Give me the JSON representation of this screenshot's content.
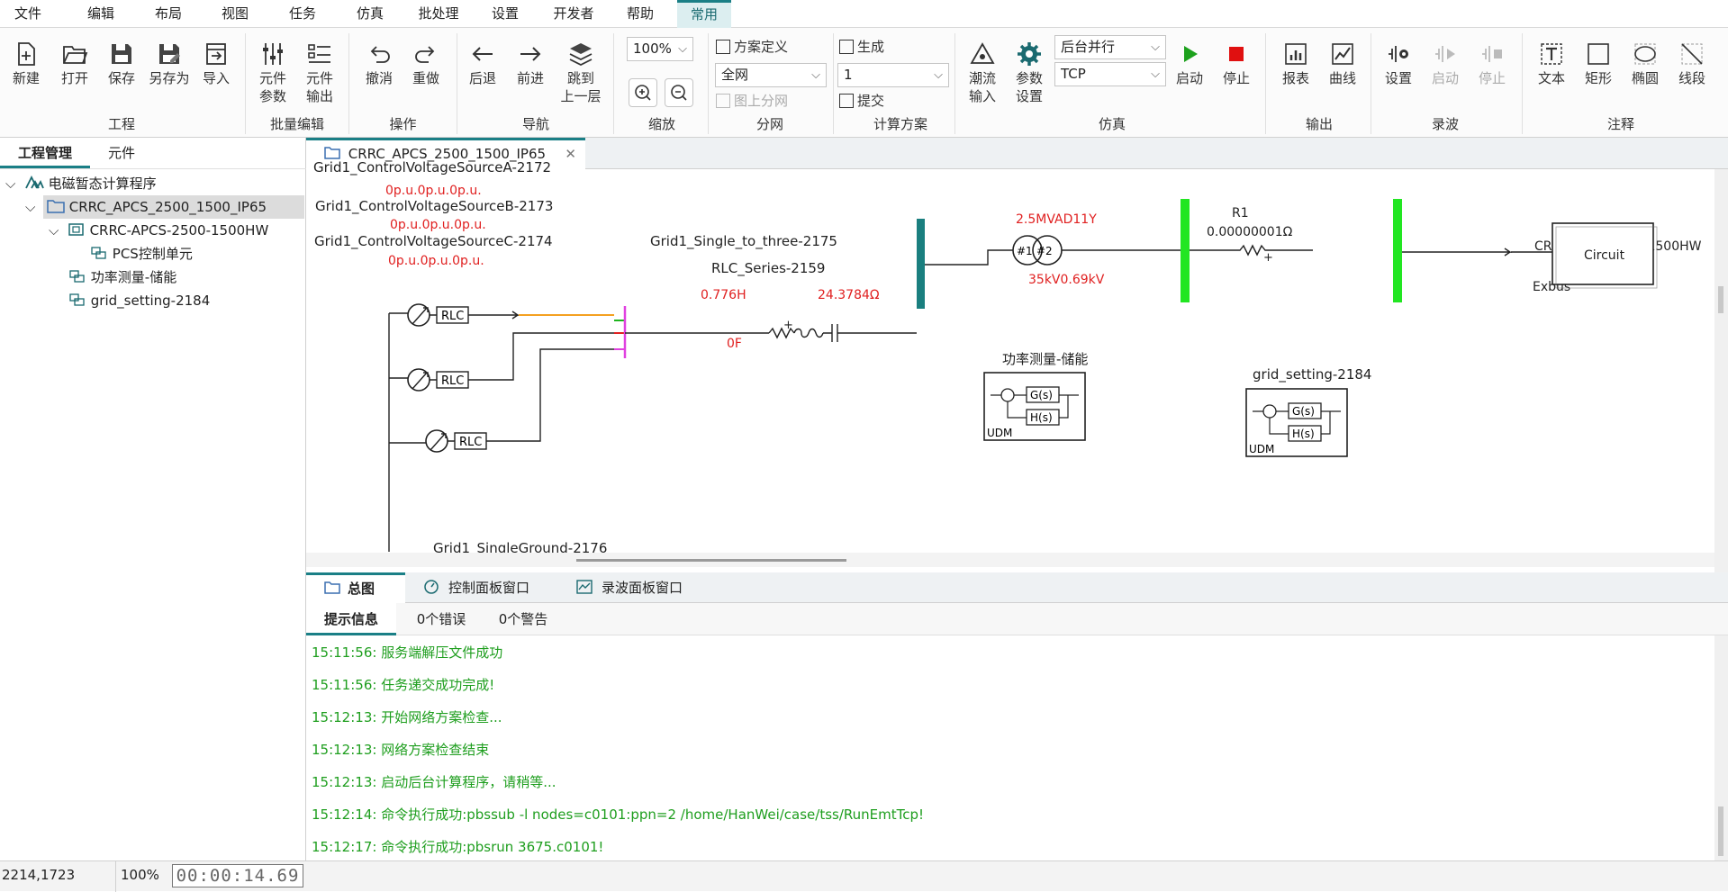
{
  "menu": [
    "文件",
    "编辑",
    "布局",
    "视图",
    "任务",
    "仿真",
    "批处理",
    "设置",
    "开发者",
    "帮助",
    "常用"
  ],
  "ribbon": {
    "project": {
      "group": "工程",
      "new": "新建",
      "open": "打开",
      "save": "保存",
      "save_as": "另存为",
      "import": "导入"
    },
    "batch": {
      "group": "批量编辑",
      "params1": "元件",
      "params2": "参数",
      "output1": "元件",
      "output2": "输出"
    },
    "ops": {
      "group": "操作",
      "undo": "撤消",
      "redo": "重做"
    },
    "nav": {
      "group": "导航",
      "back": "后退",
      "forward": "前进",
      "up1": "跳到",
      "up2": "上一层"
    },
    "zoom": {
      "group": "缩放",
      "value": "100%"
    },
    "net": {
      "group": "分网",
      "define": "方案定义",
      "select": "全网",
      "map": "图上分网"
    },
    "calc": {
      "group": "计算方案",
      "generate": "生成",
      "select": "1",
      "submit": "提交"
    },
    "sim": {
      "group": "仿真",
      "flow1": "潮流",
      "flow2": "输入",
      "param1": "参数",
      "param2": "设置",
      "mode": "后台并行",
      "proto": "TCP",
      "start": "启动",
      "stop": "停止"
    },
    "out": {
      "group": "输出",
      "report": "报表",
      "curve": "曲线"
    },
    "rec": {
      "group": "录波",
      "settings": "设置",
      "start": "启动",
      "stop": "停止"
    },
    "note": {
      "group": "注释",
      "text": "文本",
      "rect": "矩形",
      "ellipse": "椭圆",
      "line": "线段"
    }
  },
  "left": {
    "tabs": [
      "工程管理",
      "元件"
    ],
    "tree": [
      {
        "label": "电磁暂态计算程序"
      },
      {
        "label": "CRRC_APCS_2500_1500_IP65"
      },
      {
        "label": "CRRC-APCS-2500-1500HW"
      },
      {
        "label": "PCS控制单元"
      },
      {
        "label": "功率测量-储能"
      },
      {
        "label": "grid_setting-2184"
      }
    ]
  },
  "doc_tab": "CRRC_APCS_2500_1500_IP65",
  "diagram": {
    "src_a_cut": "Grid1_ControlVoltageSourceA-2172",
    "val_a": "0p.u.0p.u.0p.u.",
    "src_b": "Grid1_ControlVoltageSourceB-2173",
    "val_b": "0p.u.0p.u.0p.u.",
    "src_c": "Grid1_ControlVoltageSourceC-2174",
    "val_c": "0p.u.0p.u.0p.u.",
    "single_to_three": "Grid1_Single_to_three-2175",
    "rlc_series": "RLC_Series-2159",
    "inductance": "0.776H",
    "resistance": "24.3784Ω",
    "capacitance": "0F",
    "transformer_rating": "2.5MVAD11Y",
    "transformer_voltage": "35kV0.69kV",
    "winding1": "#1",
    "winding2": "#2",
    "r1_name": "R1",
    "r1_value": "0.00000001Ω",
    "exbus": "Exbus",
    "circuit_name": "CRRC-APCS-2500-1500HW",
    "circuit_label": "Circuit",
    "power_meas": "功率测量-储能",
    "grid_setting": "grid_setting-2184",
    "gs": "G(s)",
    "hs": "H(s)",
    "udm": "UDM",
    "rlc": "RLC",
    "single_ground": "Grid1_SingleGround-2176"
  },
  "bottom_tabs": [
    "总图",
    "控制面板窗口",
    "录波面板窗口"
  ],
  "msg_tabs": [
    "提示信息",
    "0个错误",
    "0个警告"
  ],
  "messages": [
    "15:11:56: 服务端解压文件成功",
    "15:11:56: 任务递交成功完成!",
    "15:12:13: 开始网络方案检查...",
    "15:12:13: 网络方案检查结束",
    "15:12:13: 启动后台计算程序，请稍等...",
    "15:12:14: 命令执行成功:pbssub -l nodes=c0101:ppn=2 /home/HanWei/case/tss/RunEmtTcp!",
    "15:12:17: 命令执行成功:pbsrun 3675.c0101!"
  ],
  "status": {
    "coords": "2214,1723",
    "zoom": "100%",
    "timer": "00:00:14.69"
  }
}
